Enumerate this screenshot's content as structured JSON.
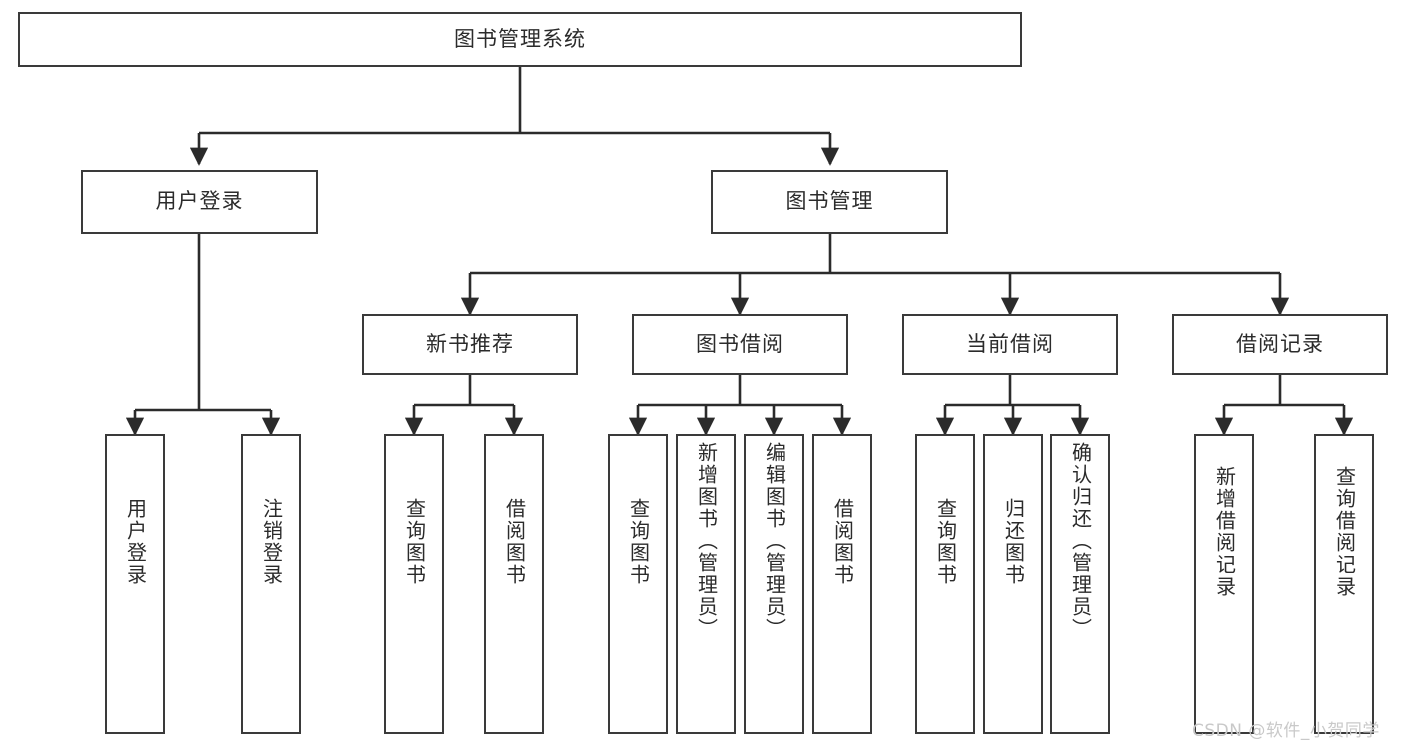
{
  "diagram": {
    "type": "tree",
    "title": "图书管理系统",
    "orientation": "top-down",
    "colors": {
      "box_border": "#3a3a3a",
      "box_fill": "#ffffff",
      "connector": "#2b2b2b",
      "text": "#2b2b2b",
      "watermark": "#c9c9c9",
      "background": "#ffffff"
    },
    "root": {
      "label": "图书管理系统"
    },
    "level2": [
      {
        "label": "用户登录"
      },
      {
        "label": "图书管理"
      }
    ],
    "level3": [
      {
        "label": "新书推荐"
      },
      {
        "label": "图书借阅"
      },
      {
        "label": "当前借阅"
      },
      {
        "label": "借阅记录"
      }
    ],
    "leaves": {
      "user_login": [
        {
          "label": "用户登录"
        },
        {
          "label": "注销登录"
        }
      ],
      "new_book_recommend": [
        {
          "label": "查询图书"
        },
        {
          "label": "借阅图书"
        }
      ],
      "book_borrow": [
        {
          "label": "查询图书"
        },
        {
          "label": "新增图书（管理员）"
        },
        {
          "label": "编辑图书（管理员）"
        },
        {
          "label": "借阅图书"
        }
      ],
      "current_borrow": [
        {
          "label": "查询图书"
        },
        {
          "label": "归还图书"
        },
        {
          "label": "确认归还（管理员）"
        }
      ],
      "borrow_record": [
        {
          "label": "新增借阅记录"
        },
        {
          "label": "查询借阅记录"
        }
      ]
    }
  },
  "watermark": {
    "text": "CSDN @软件_小贺同学"
  }
}
